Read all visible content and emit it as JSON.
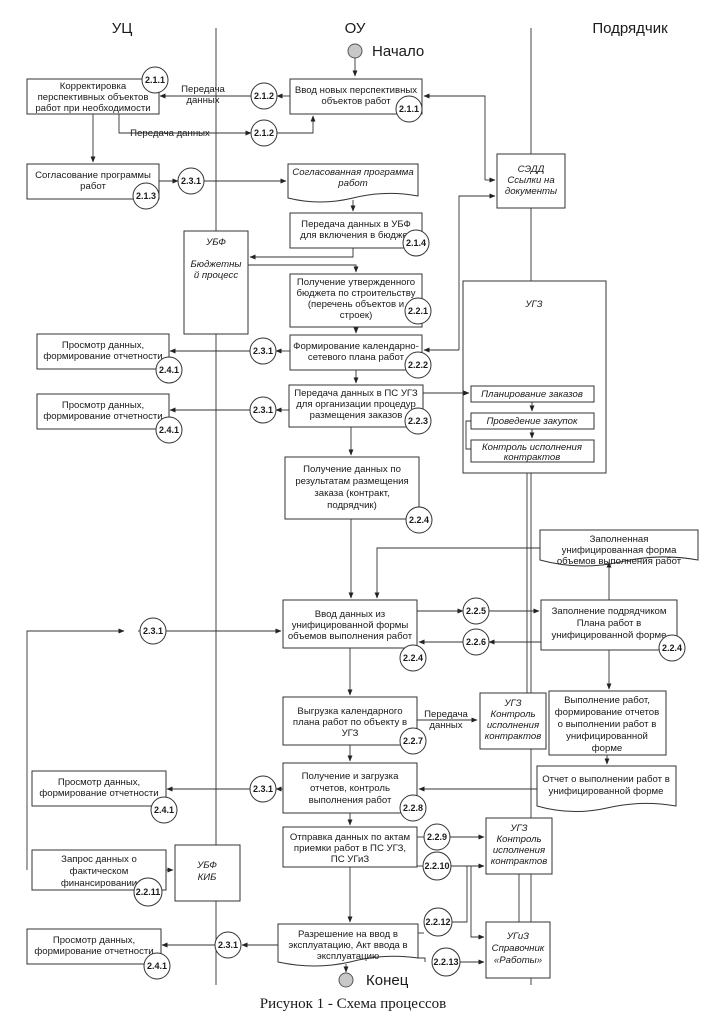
{
  "lanes": [
    {
      "id": "uc",
      "title": "УЦ"
    },
    {
      "id": "ou",
      "title": "ОУ"
    },
    {
      "id": "contractor",
      "title": "Подрядчик"
    }
  ],
  "start_label": "Начало",
  "end_label": "Конец",
  "caption": "Рисунок 1 - Схема процессов",
  "flow_labels": {
    "transfer_two_line": [
      "Передача",
      "данных"
    ],
    "transfer_one_line": "Передача данных",
    "transfer_227": [
      "Передача",
      "данных"
    ]
  },
  "nodes": {
    "correct_objects": {
      "lines": [
        "Корректировка",
        "перспективных объектов",
        "работ при необходимости"
      ],
      "badge": "2.1.1"
    },
    "enter_new_objects": {
      "lines": [
        "Ввод новых перспективных",
        "объектов работ"
      ],
      "badge": "2.1.1"
    },
    "approve_program": {
      "lines": [
        "Согласование программы",
        "работ"
      ],
      "badge": "2.1.3"
    },
    "approved_program_doc": {
      "lines": [
        "Согласованная программа",
        "работ"
      ]
    },
    "sedd": {
      "lines": [
        "СЭДД",
        "Ссылки на",
        "документы"
      ]
    },
    "transfer_ubf": {
      "lines": [
        "Передача данных в УБФ",
        "для включения в бюджет"
      ],
      "badge": "2.1.4"
    },
    "ubf_budget": {
      "lines": [
        "УБФ",
        "",
        "Бюджетны",
        "й процесс"
      ]
    },
    "get_budget": {
      "lines": [
        "Получение утвержденного",
        "бюджета по строительству",
        "(перечень объектов и",
        "строек)"
      ],
      "badge": "2.2.1"
    },
    "ugz_container": {
      "title": "УГЗ",
      "items": [
        "Планирование заказов",
        "Проведение закупок",
        "Контроль исполнения контрактов"
      ]
    },
    "form_plan": {
      "lines": [
        "Формирование календарно-",
        "сетевого плана работ"
      ],
      "badge": "2.2.2"
    },
    "view_report_1": {
      "lines": [
        "Просмотр данных,",
        "формирование отчетности"
      ],
      "badge": "2.4.1"
    },
    "transfer_ps_ugz": {
      "lines": [
        "Передача данных в ПС УГЗ",
        "для организации процедур",
        "размещения заказов"
      ],
      "badge": "2.2.3"
    },
    "view_report_2": {
      "lines": [
        "Просмотр данных,",
        "формирование отчетности"
      ],
      "badge": "2.4.1"
    },
    "get_results": {
      "lines": [
        "Получение данных по",
        "результатам размещения",
        "заказа (контракт,",
        "подрядчик)"
      ],
      "badge": "2.2.4"
    },
    "filled_form_doc": {
      "lines": [
        "Заполненная",
        "унифицированная форма",
        "объемов выполнения работ"
      ]
    },
    "enter_form_data": {
      "lines": [
        "Ввод данных из",
        "унифицированной формы",
        "объемов выполнения работ"
      ],
      "badge": "2.2.4"
    },
    "contractor_fill": {
      "lines": [
        "Заполнение подрядчиком",
        "Плана работ в",
        "унифицированной форме"
      ],
      "badge": "2.2.4"
    },
    "export_plan": {
      "lines": [
        "Выгрузка календарного",
        "плана работ по объекту в",
        "УГЗ"
      ],
      "badge": "2.2.7"
    },
    "ugz_control_1": {
      "lines": [
        "УГЗ",
        "Контроль",
        "исполнения",
        "контрактов"
      ]
    },
    "do_work": {
      "lines": [
        "Выполнение работ,",
        "формирование отчетов",
        "о выполнении работ в",
        "унифицированной",
        "форме"
      ]
    },
    "report_doc": {
      "lines": [
        "Отчет о выполнении работ в",
        "унифицированной форме"
      ]
    },
    "load_reports": {
      "lines": [
        "Получение и загрузка",
        "отчетов, контроль",
        "выполнения работ"
      ],
      "badge": "2.2.8"
    },
    "view_report_3": {
      "lines": [
        "Просмотр данных,",
        "формирование отчетности"
      ],
      "badge": "2.4.1"
    },
    "send_acts": {
      "lines": [
        "Отправка данных по актам",
        "приемки работ в ПС УГЗ,",
        "ПС УГиЗ"
      ]
    },
    "ugz_control_2": {
      "lines": [
        "УГЗ",
        "Контроль",
        "исполнения",
        "контрактов"
      ]
    },
    "request_financing": {
      "lines": [
        "Запрос данных о",
        "фактическом",
        "финансировании"
      ],
      "badge": "2.2.11"
    },
    "ubf_kib": {
      "lines": [
        "УБФ",
        "КИБ"
      ]
    },
    "permit_doc": {
      "lines": [
        "Разрешение на ввод в",
        "эксплуатацию, Акт ввода в",
        "эксплуатацию"
      ]
    },
    "view_report_4": {
      "lines": [
        "Просмотр данных,",
        "формирование отчетности"
      ],
      "badge": "2.4.1"
    },
    "ugiz_ref": {
      "lines": [
        "УГиЗ",
        "Справочник",
        "«Работы»"
      ]
    }
  },
  "connectors": {
    "c212a": "2.1.2",
    "c212b": "2.1.2",
    "c231a": "2.3.1",
    "c231b": "2.3.1",
    "c231c": "2.3.1",
    "c231d": "2.3.1",
    "c231e": "2.3.1",
    "c231f": "2.3.1",
    "c225": "2.2.5",
    "c226": "2.2.6",
    "c229": "2.2.9",
    "c2210": "2.2.10",
    "c2212": "2.2.12",
    "c2213": "2.2.13"
  }
}
